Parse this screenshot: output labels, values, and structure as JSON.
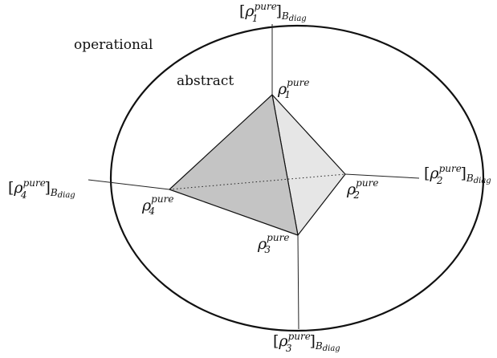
{
  "regions": {
    "operational": "operational",
    "abstract": "abstract"
  },
  "vertices": [
    {
      "base": "ρ",
      "sup": "pure",
      "sub": "1"
    },
    {
      "base": "ρ",
      "sup": "pure",
      "sub": "2"
    },
    {
      "base": "ρ",
      "sup": "pure",
      "sub": "3"
    },
    {
      "base": "ρ",
      "sup": "pure",
      "sub": "4"
    }
  ],
  "projections": [
    {
      "open": "[",
      "base": "ρ",
      "sup": "pure",
      "sub": "1",
      "close": "]",
      "basis": "B",
      "basis_sub": "diag"
    },
    {
      "open": "[",
      "base": "ρ",
      "sup": "pure",
      "sub": "2",
      "close": "]",
      "basis": "B",
      "basis_sub": "diag"
    },
    {
      "open": "[",
      "base": "ρ",
      "sup": "pure",
      "sub": "3",
      "close": "]",
      "basis": "B",
      "basis_sub": "diag"
    },
    {
      "open": "[",
      "base": "ρ",
      "sup": "pure",
      "sub": "4",
      "close": "]",
      "basis": "B",
      "basis_sub": "diag"
    }
  ],
  "colors": {
    "face_front": "#c4c4c4",
    "face_side": "#e6e6e6",
    "stroke": "#111111",
    "background": "#ffffff"
  }
}
